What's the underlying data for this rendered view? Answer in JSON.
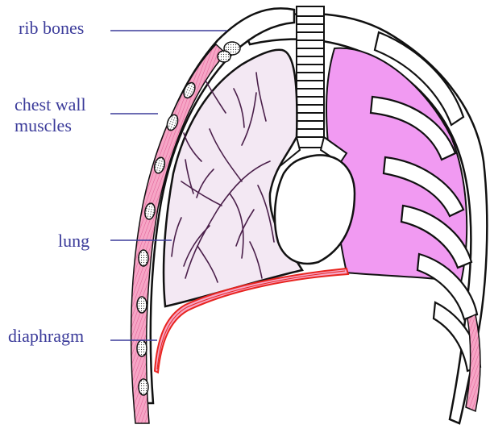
{
  "labels": {
    "rib_bones": "rib bones",
    "chest_wall_line1": "chest wall",
    "chest_wall_line2": "muscles",
    "lung": "lung",
    "diaphragm": "diaphragm"
  },
  "colors": {
    "label_text": "#3b3b9a",
    "leader_line": "#3b3b9a",
    "outline": "#111111",
    "lung_pink": "#f19af2",
    "muscle_pink": "#f07fb0",
    "diaphragm_red": "#e8241f",
    "bronchi": "#4a1f4a",
    "background": "#ffffff"
  }
}
